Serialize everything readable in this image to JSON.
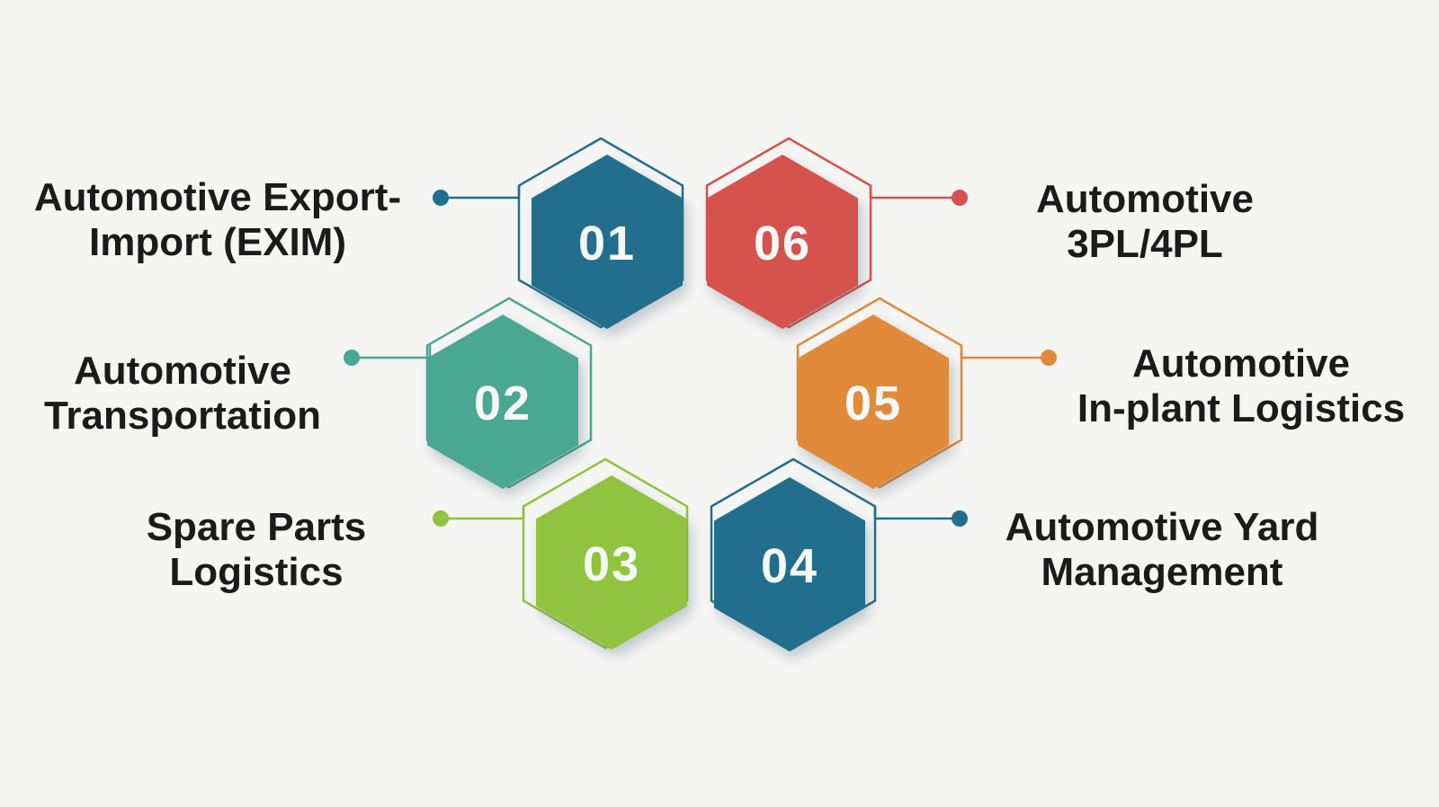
{
  "background_color": "#f5f5f4",
  "text_color": "#1b1b1b",
  "number_text_color": "#f6f8f5",
  "items": [
    {
      "number": "01",
      "label_line1": "Automotive Export-",
      "label_line2": "Import (EXIM)",
      "color": "#216f8d"
    },
    {
      "number": "02",
      "label_line1": "Automotive",
      "label_line2": "Transportation",
      "color": "#4aa793"
    },
    {
      "number": "03",
      "label_line1": "Spare Parts",
      "label_line2": "Logistics",
      "color": "#90c33f"
    },
    {
      "number": "04",
      "label_line1": "Automotive Yard",
      "label_line2": "Management",
      "color": "#216f8d"
    },
    {
      "number": "05",
      "label_line1": "Automotive",
      "label_line2": "In-plant Logistics",
      "color": "#e08a3a"
    },
    {
      "number": "06",
      "label_line1": "Automotive",
      "label_line2": "3PL/4PL",
      "color": "#d6524c"
    }
  ]
}
